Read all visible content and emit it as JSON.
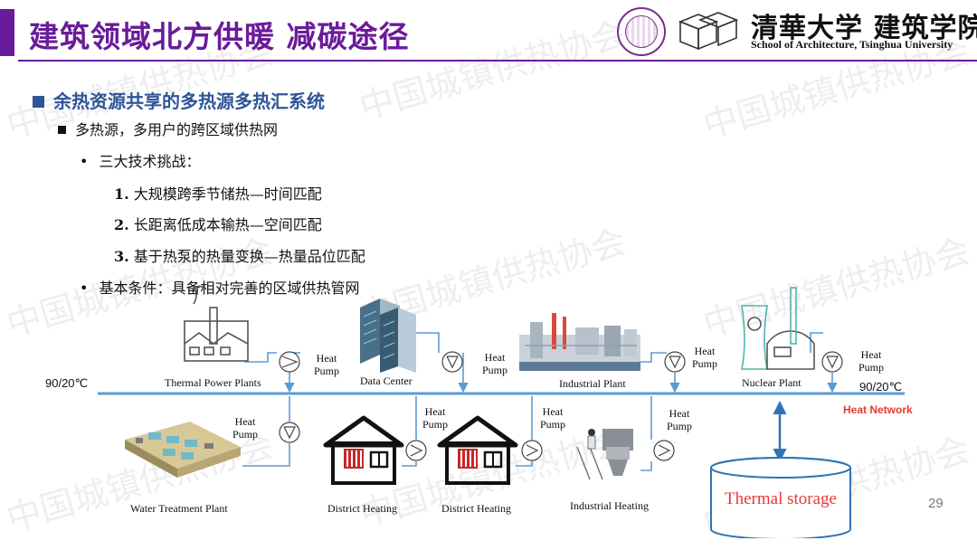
{
  "title": "建筑领域北方供暖 减碳途径",
  "logo": {
    "school_cn": "清華大学 建筑学院",
    "school_en": "School of Architecture, Tsinghua University"
  },
  "section_title": "余热资源共享的多热源多热汇系统",
  "bullets": {
    "level1": "多热源，多用户的跨区域供热网",
    "challenges_heading": "三大技术挑战：",
    "challenges": [
      {
        "num": "1.",
        "text": "大规模跨季节储热—时间匹配"
      },
      {
        "num": "2.",
        "text": "长距离低成本输热—空间匹配"
      },
      {
        "num": "3.",
        "text": "基于热泵的热量变换—热量品位匹配"
      }
    ],
    "condition": "基本条件：具备相对完善的区域供热管网"
  },
  "diagram": {
    "sources": {
      "thermal_power": "Thermal Power Plants",
      "data_center": "Data Center",
      "industrial_plant": "Industrial Plant",
      "nuclear_plant": "Nuclear Plant"
    },
    "sinks": {
      "water_treatment": "Water Treatment Plant",
      "district_heating_1": "District Heating",
      "district_heating_2": "District Heating",
      "industrial_heating": "Industrial Heating"
    },
    "heat_pump_label": "Heat Pump",
    "temp_left": "90/20℃",
    "temp_right": "90/20℃",
    "heat_network": "Heat Network",
    "thermal_storage": "Thermal  storage",
    "colors": {
      "pipe": "#5b9bd5",
      "accent": "#e53935",
      "title": "#6a1b9a",
      "section": "#2e5597"
    }
  },
  "watermark": "中国城镇供热协会",
  "page_number": "29"
}
